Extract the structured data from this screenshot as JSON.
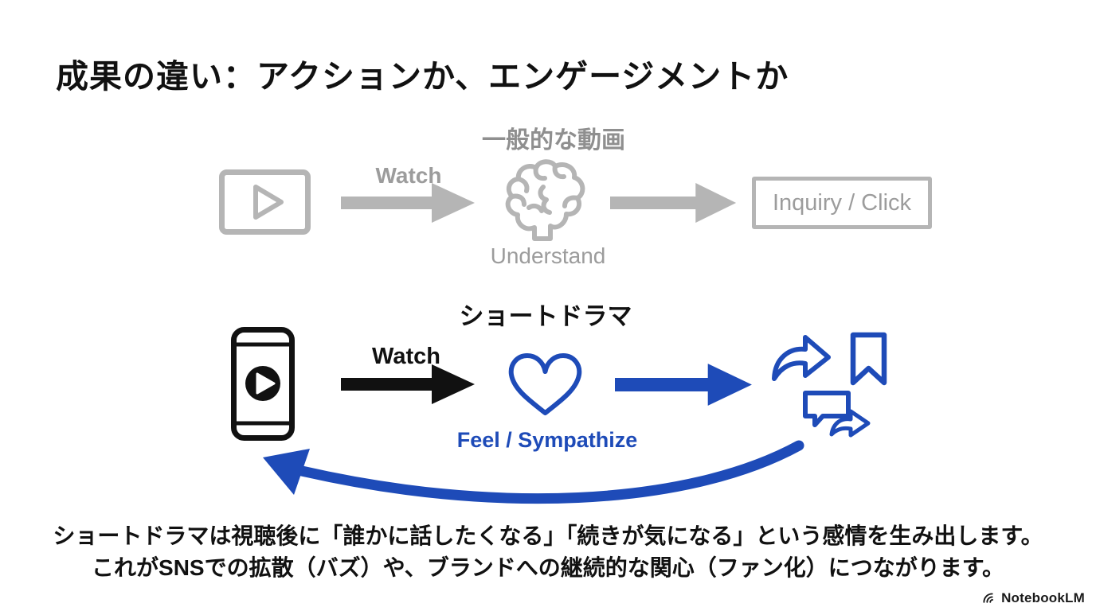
{
  "title": "成果の違い：アクションか、エンゲージメントか",
  "colors": {
    "blue": "#1e4bb8",
    "gray_icon": "#b5b5b5",
    "gray_text": "#9c9c9c",
    "gray_heading": "#8f8f8f",
    "black": "#111111"
  },
  "generic_flow": {
    "heading": "一般的な動画",
    "watch_label": "Watch",
    "understand_label": "Understand",
    "result_label": "Inquiry / Click"
  },
  "short_drama_flow": {
    "heading": "ショートドラマ",
    "watch_label": "Watch",
    "feel_label": "Feel / Sympathize"
  },
  "footer": {
    "line1": "ショートドラマは視聴後に「誰かに話したくなる」「続きが気になる」という感情を生み出します。",
    "line2": "これがSNSでの拡散（バズ）や、ブランドへの継続的な関心（ファン化）につながります。",
    "brand": "NotebookLM"
  },
  "icons": [
    "video-player-icon",
    "gray-arrow-icon",
    "brain-icon",
    "smartphone-play-icon",
    "black-arrow-icon",
    "heart-icon",
    "blue-arrow-icon",
    "share-icon",
    "bookmark-icon",
    "comment-share-icon",
    "loop-back-arrow-icon",
    "notebooklm-logo-icon"
  ]
}
